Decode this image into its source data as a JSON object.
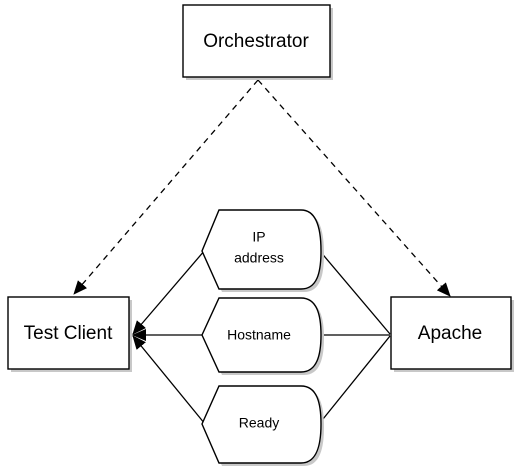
{
  "nodes": {
    "orchestrator": "Orchestrator",
    "test_client": "Test Client",
    "apache": "Apache"
  },
  "messages": [
    {
      "line1": "IP",
      "line2": "address"
    },
    {
      "line1": "Hostname"
    },
    {
      "line1": "Ready"
    }
  ],
  "colors": {
    "stroke": "#000000",
    "fill": "#ffffff",
    "shadow": "#c8c8c8"
  }
}
